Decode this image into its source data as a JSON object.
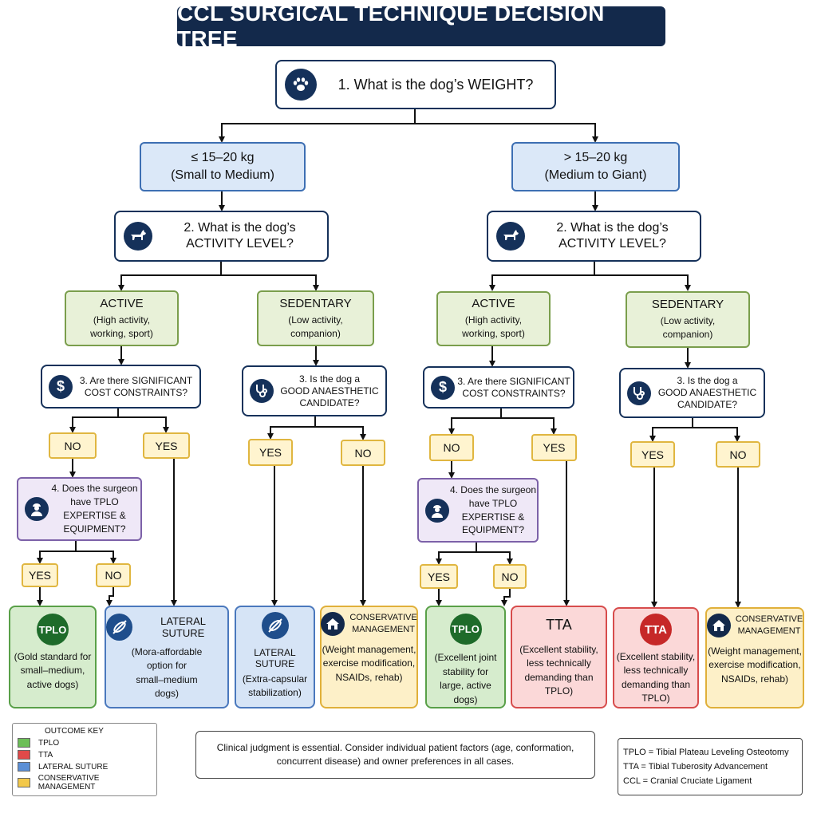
{
  "title": "CCL SURGICAL TECHNIQUE DECISION TREE",
  "q1": "1. What is the dog’s WEIGHT?",
  "weights": [
    {
      "line1": "≤ 15–20 kg",
      "line2": "(Small to Medium)"
    },
    {
      "line1": "> 15–20 kg",
      "line2": "(Medium to Giant)"
    }
  ],
  "q2": {
    "line1": "2. What is the dog’s",
    "line2": "ACTIVITY LEVEL?"
  },
  "active": {
    "label": "ACTIVE",
    "sub1": "(High activity,",
    "sub2": "working, sport)"
  },
  "sedentary": {
    "label": "SEDENTARY",
    "sub1": "(Low activity,",
    "sub2": "companion)"
  },
  "q3_cost": {
    "line1": "3. Are there SIGNIFICANT",
    "line2": "COST CONSTRAINTS?"
  },
  "q3_anaesthetic": {
    "line1": "3. Is the dog a",
    "line2": "GOOD ANAESTHETIC",
    "line3": "CANDIDATE?"
  },
  "q4": {
    "line1": "4. Does the surgeon",
    "line2": "have TPLO",
    "line3": "EXPERTISE &",
    "line4": "EQUIPMENT?"
  },
  "yes": "YES",
  "no": "NO",
  "outcomes": {
    "tplo_small": {
      "badge": "TPLO",
      "d1": "(Gold standard for",
      "d2": "small–medium,",
      "d3": "active dogs)"
    },
    "ls_affordable": {
      "title": "LATERAL SUTURE",
      "d1": "(Mora-affordable",
      "d2": "option for",
      "d3": "small–medium",
      "d4": "dogs)"
    },
    "ls_extra": {
      "title": "LATERAL SUTURE",
      "d1": "(Extra-capsular",
      "d2": "stabilization)"
    },
    "cm_left": {
      "title1": "CONSERVATIVE",
      "title2": "MANAGEMENT",
      "d1": "(Weight management,",
      "d2": "exercise modification,",
      "d3": "NSAIDs, rehab)"
    },
    "tplo_large": {
      "badge": "TPLO",
      "d1": "(Excellent joint",
      "d2": "stability for",
      "d3": "large, active dogs)"
    },
    "tta_1": {
      "badge": "TTA",
      "d1": "(Excellent stability,",
      "d2": "less technically",
      "d3": "demanding than",
      "d4": "TPLO)"
    },
    "tta_2": {
      "badge": "TTA",
      "d1": "(Excellent stability,",
      "d2": "less technically",
      "d3": "demanding than",
      "d4": "TPLO)"
    },
    "cm_right": {
      "title1": "CONSERVATIVE",
      "title2": "MANAGEMENT",
      "d1": "(Weight management,",
      "d2": "exercise modification,",
      "d3": "NSAIDs, rehab)"
    }
  },
  "key": {
    "title": "OUTCOME KEY",
    "items": [
      {
        "label": "TPLO",
        "color": "#6cbf58"
      },
      {
        "label": "TTA",
        "color": "#e04a4a"
      },
      {
        "label": "LATERAL SUTURE",
        "color": "#5b8fd6"
      },
      {
        "label": "CONSERVATIVE MANAGEMENT",
        "color": "#f2c84a"
      }
    ]
  },
  "note": {
    "line1": "Clinical judgment is essential. Consider individual patient factors (age, conformation,",
    "line2": "concurrent disease) and owner preferences in all cases."
  },
  "abbreviations": [
    "TPLO = Tibial Plateau Leveling Osteotomy",
    "TTA = Tibial Tuberosity Advancement",
    "CCL = Cranial Cruciate Ligament"
  ],
  "colors": {
    "navy": "#13294b",
    "tplo": "#1e6b2a",
    "tta": "#c62828",
    "lateral": "#1f4e8c"
  },
  "icons": [
    "paw-icon",
    "dog-icon",
    "dollar-icon",
    "stethoscope-icon",
    "surgeon-icon",
    "suture-icon",
    "house-icon"
  ]
}
